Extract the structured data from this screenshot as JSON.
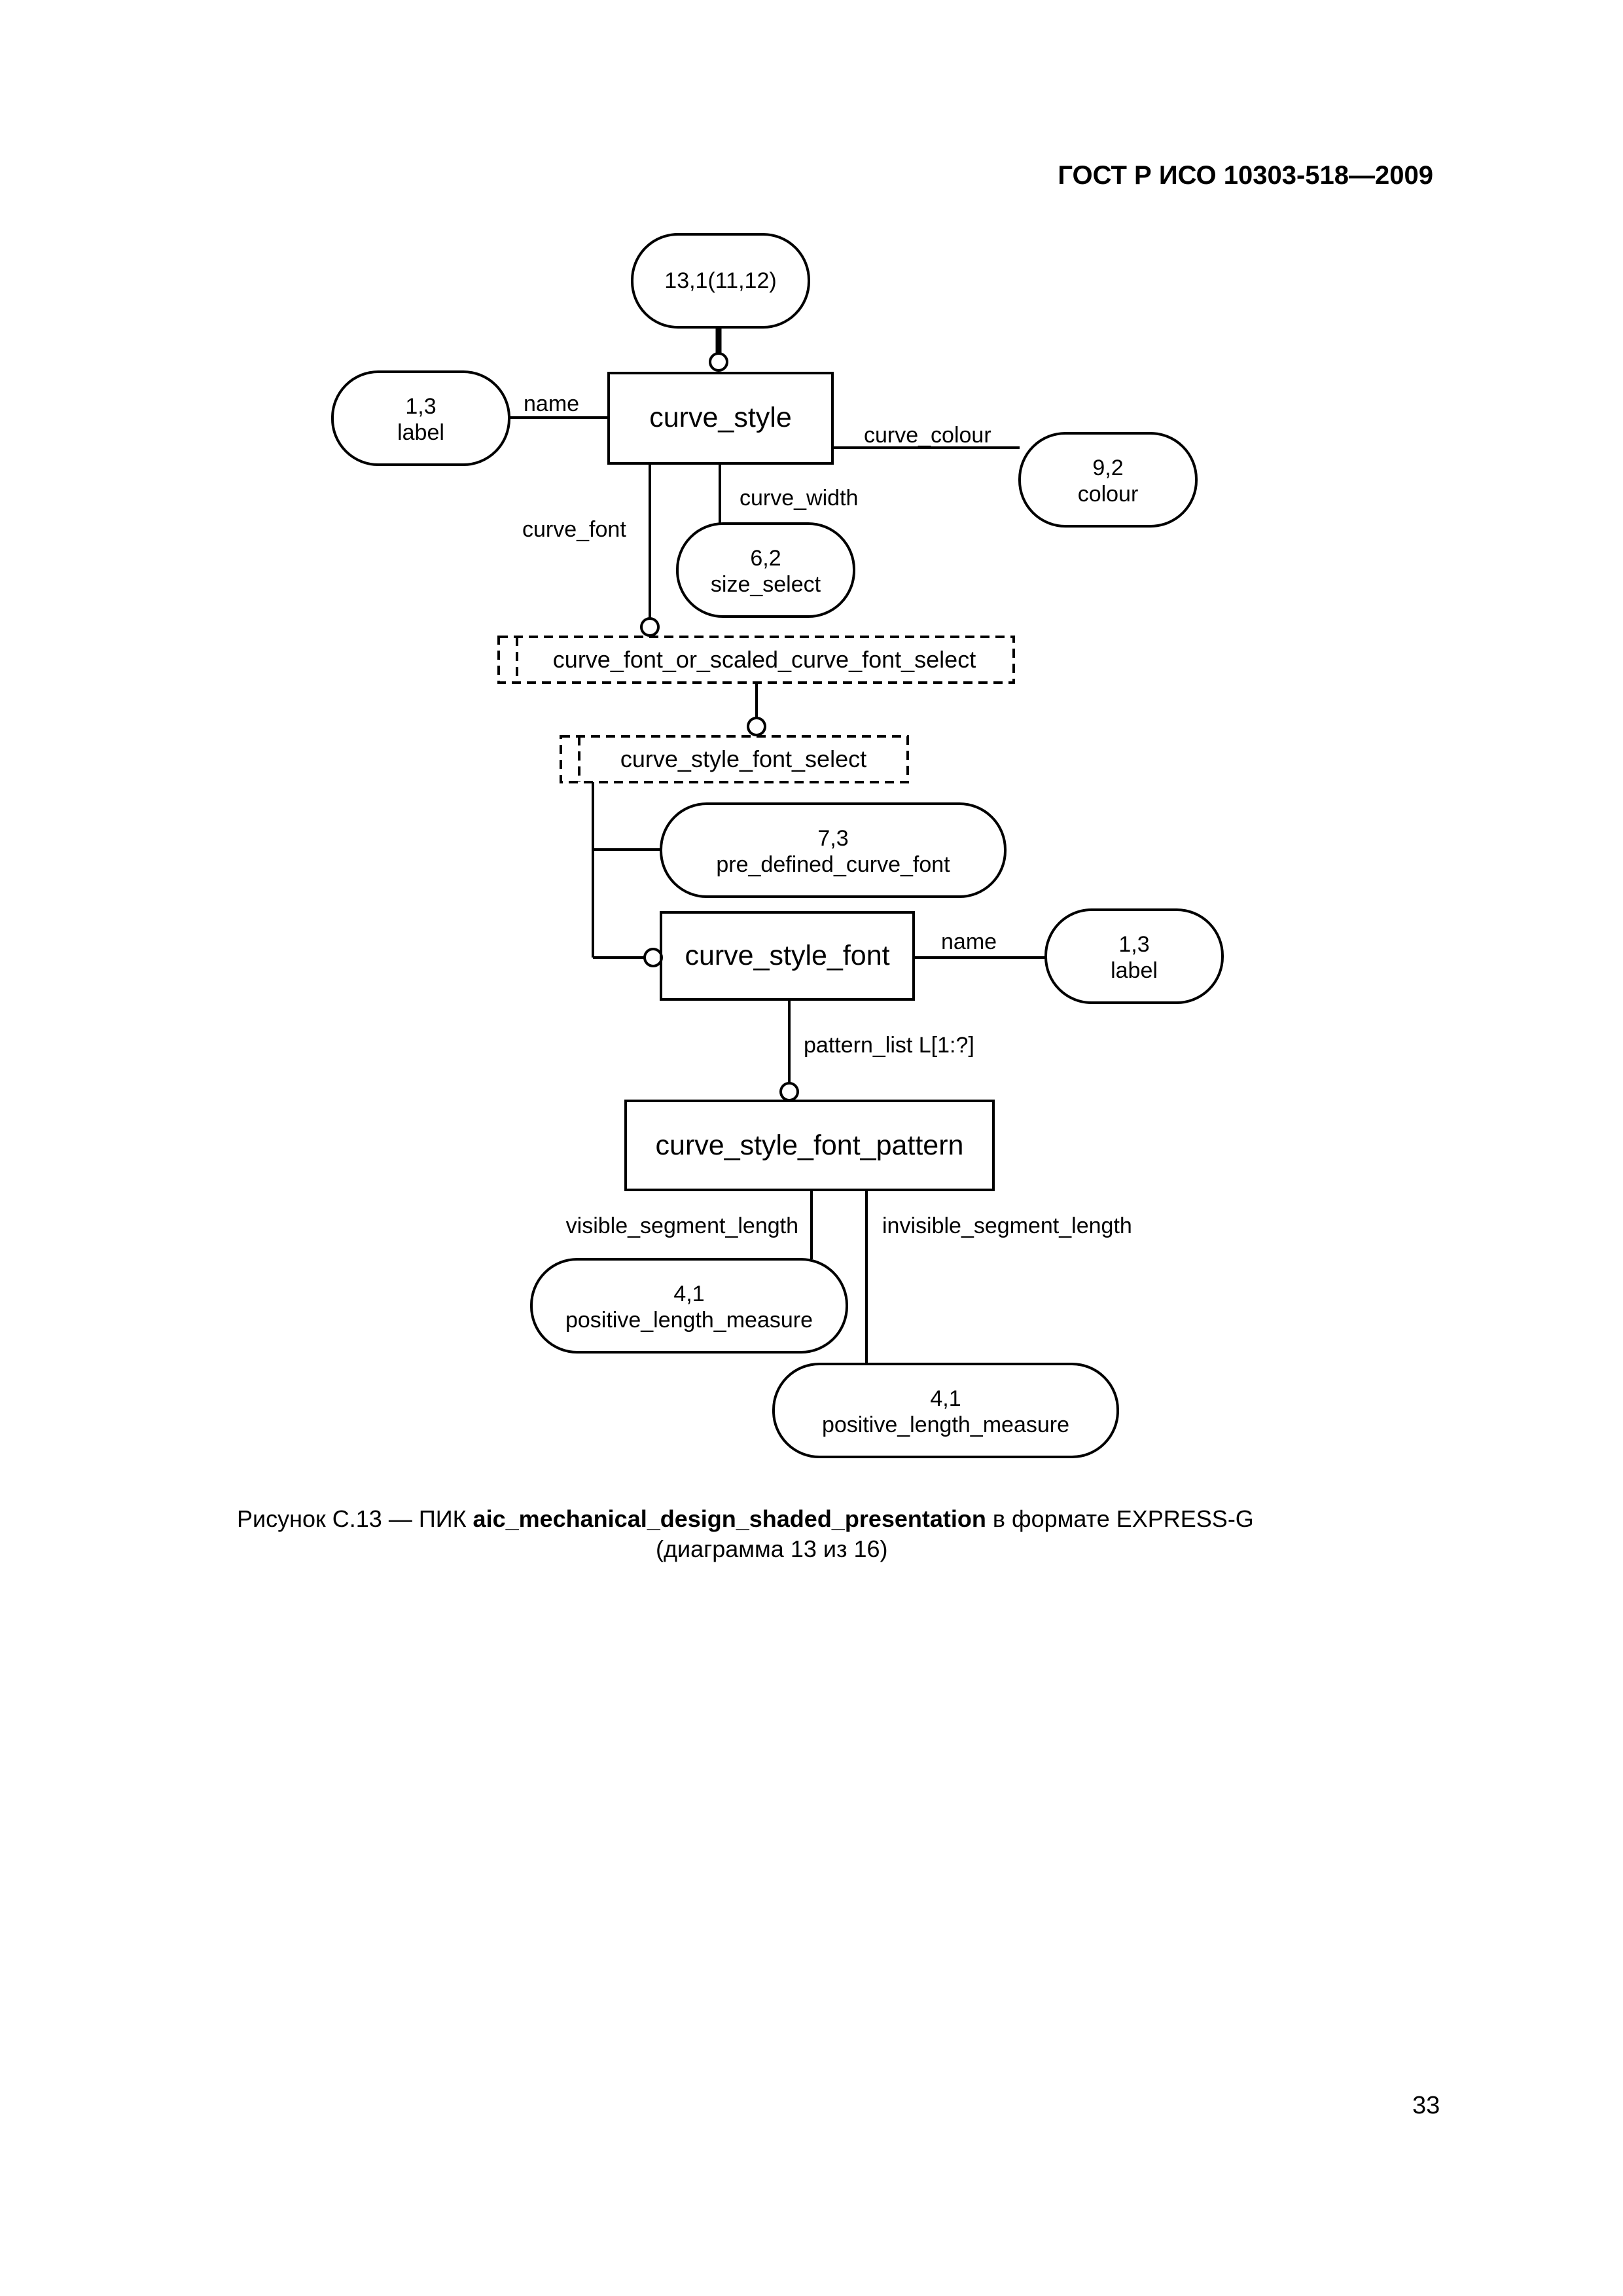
{
  "header": {
    "title": "ГОСТ Р ИСО 10303-518—2009"
  },
  "diagram": {
    "refs": {
      "top": "13,1(11,12)",
      "label_1_num": "1,3",
      "label_1_name": "label",
      "colour_num": "9,2",
      "colour_name": "colour",
      "size_num": "6,2",
      "size_name": "size_select",
      "predef_num": "7,3",
      "predef_name": "pre_defined_curve_font",
      "label_2_num": "1,3",
      "label_2_name": "label",
      "plm_1_num": "4,1",
      "plm_1_name": "positive_length_measure",
      "plm_2_num": "4,1",
      "plm_2_name": "positive_length_measure"
    },
    "entities": {
      "curve_style": "curve_style",
      "curve_style_font": "curve_style_font",
      "curve_style_font_pattern": "curve_style_font_pattern"
    },
    "selects": {
      "font_or_scaled": "curve_font_or_scaled_curve_font_select",
      "style_font_select": "curve_style_font_select"
    },
    "attributes": {
      "name_1": "name",
      "curve_colour": "curve_colour",
      "curve_width": "curve_width",
      "curve_font": "curve_font",
      "name_2": "name",
      "pattern_list": "pattern_list L[1:?]",
      "visible": "visible_segment_length",
      "invisible": "invisible_segment_length"
    }
  },
  "caption": {
    "prefix": "Рисунок  С.13 — ПИК ",
    "schema": "aic_mechanical_design_shaded_presentation",
    "suffix": " в формате EXPRESS-G",
    "line2": "(диаграмма 13 из 16)"
  },
  "page_number": "33"
}
